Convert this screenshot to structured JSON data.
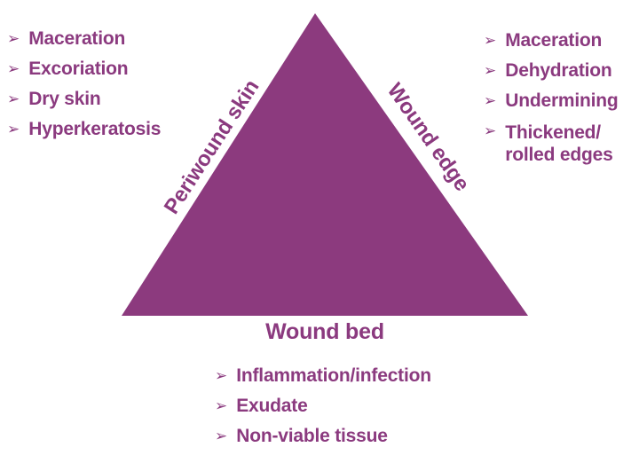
{
  "colors": {
    "brand_purple": "#8C3A7E",
    "text_purple": "#8B3A7F",
    "background": "#FFFFFF"
  },
  "bullet_icon": "➢",
  "triangle": {
    "left_edge_label": "Periwound skin",
    "right_edge_label": "Wound edge",
    "base_label": "Wound bed"
  },
  "lists": {
    "periwound_skin": {
      "items": [
        "Maceration",
        "Excoriation",
        "Dry skin",
        "Hyperkeratosis"
      ]
    },
    "wound_edge": {
      "items": [
        "Maceration",
        "Dehydration",
        "Undermining",
        "Thickened/\nrolled edges"
      ]
    },
    "wound_bed": {
      "items": [
        "Inflammation/infection",
        "Exudate",
        "Non-viable tissue"
      ]
    }
  }
}
